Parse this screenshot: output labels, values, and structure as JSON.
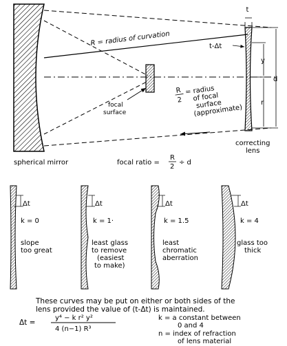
{
  "top": {
    "radius_label": "R = radius of curvation",
    "thickness_label": "t",
    "tdelta_label": "t-Δt",
    "y_label": "y",
    "d_label": "d",
    "r_label": "r",
    "half_r_line1": "R",
    "half_r_line2": "2",
    "half_r_text_1": "= radius",
    "half_r_text_2": "of focal",
    "half_r_text_3": "surface",
    "half_r_text_4": "(approximate)",
    "focal_surface_1": "focal",
    "focal_surface_2": "surface",
    "correcting_lens_1": "correcting",
    "correcting_lens_2": "lens",
    "spherical_mirror": "spherical  mirror",
    "focal_ratio_prefix": "focal ratio =",
    "focal_ratio_num": "R",
    "focal_ratio_den": "2",
    "focal_ratio_suffix": "÷ d"
  },
  "lens_profiles": [
    {
      "delta": "Δt",
      "k": "k = 0",
      "desc": [
        "slope",
        "too great"
      ]
    },
    {
      "delta": "Δt",
      "k": "k = 1·",
      "desc": [
        "least glass",
        "to remove",
        "(easiest",
        "to make)"
      ]
    },
    {
      "delta": "Δt",
      "k": "k = 1.5",
      "desc": [
        "least",
        "chromatic",
        "aberration"
      ]
    },
    {
      "delta": "Δt",
      "k": "k = 4",
      "desc": [
        "glass too",
        "thick"
      ]
    }
  ],
  "bottom": {
    "note_line1": "These curves may be put on either or both sides of the",
    "note_line2": "lens provided the value of (t-Δt) is maintained.",
    "formula_lhs": "Δt =",
    "formula_num": "y⁴ − k r² y²",
    "formula_den": "4 (n−1) R³",
    "k_def_1": "k = a constant between",
    "k_def_2": "0 and 4",
    "n_def_1": "n = index of refraction",
    "n_def_2": "of lens material"
  }
}
